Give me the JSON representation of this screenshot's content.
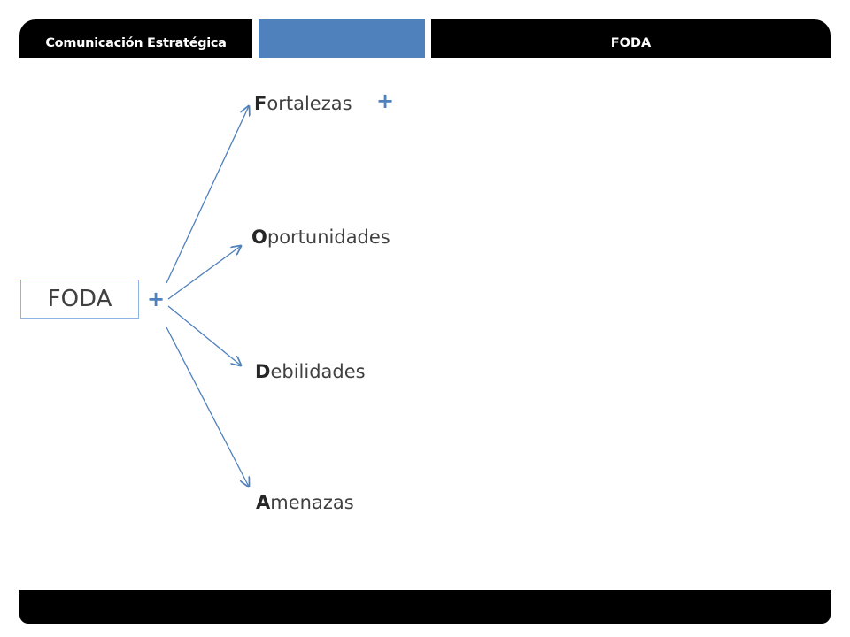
{
  "header": {
    "left_title": "Comunicación Estratégica",
    "right_title": "FODA"
  },
  "diagram": {
    "root_label": "FODA",
    "root_plus": "+",
    "branches": [
      {
        "initial": "F",
        "rest": "ortalezas",
        "plus": "+"
      },
      {
        "initial": "O",
        "rest": "portunidades"
      },
      {
        "initial": "D",
        "rest": "ebilidades"
      },
      {
        "initial": "A",
        "rest": "menazas"
      }
    ]
  },
  "colors": {
    "header_bg": "#000000",
    "header_accent": "#4F81BD",
    "arrow": "#4F81BD",
    "box_border": "#8EB4E3",
    "text": "#404040"
  }
}
